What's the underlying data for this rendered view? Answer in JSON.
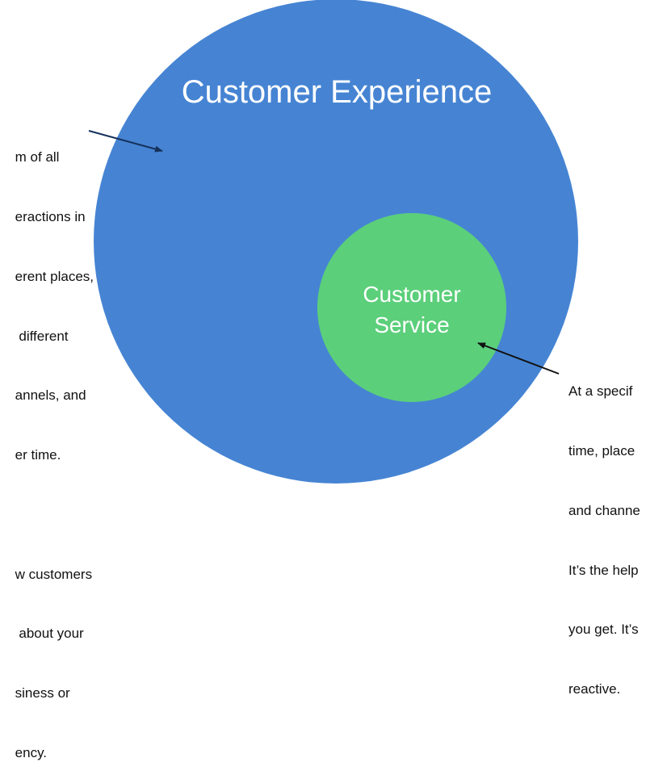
{
  "diagram": {
    "outer_circle": {
      "label": "Customer Experience",
      "color": "#4684D3"
    },
    "inner_circle": {
      "label_lines": [
        "Customer",
        "Service"
      ],
      "color": "#5BCF7A"
    },
    "left_note": {
      "lines": [
        "m of all",
        "eractions in",
        "erent places,",
        " different",
        "annels, and",
        "er time.",
        "",
        "w customers",
        " about your",
        "siness or",
        "ency."
      ],
      "arrow_color": "#16325C"
    },
    "right_note": {
      "lines": [
        "At a specif",
        "time, place",
        "and channe",
        "It’s the help",
        "you get. It’s",
        "reactive."
      ],
      "arrow_color": "#111111"
    },
    "background": "#FFFFFF"
  }
}
